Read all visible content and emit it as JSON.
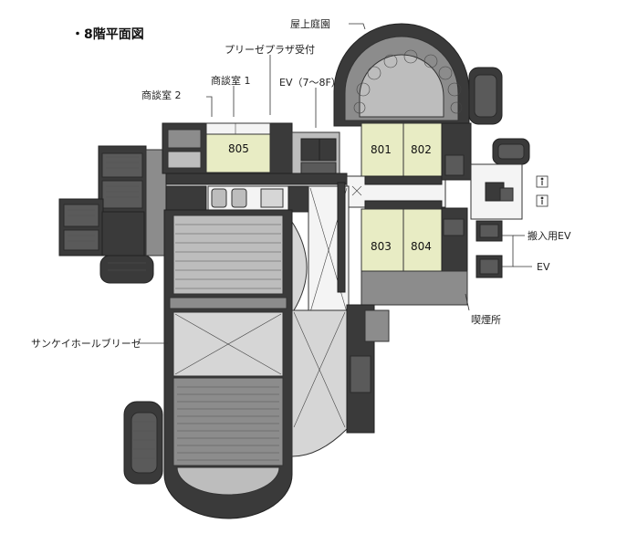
{
  "title": "・8階平面図",
  "labels": {
    "rooftop_garden": "屋上庭園",
    "plaza_reception": "プリーゼプラザ受付",
    "meeting_room_1": "商談室 1",
    "meeting_room_2": "商談室 2",
    "ev_7_8f": "EV（7〜8F）",
    "freight_ev": "搬入用EV",
    "ev": "EV",
    "smoking_room": "喫煙所",
    "hall": "サンケイホールブリーゼ"
  },
  "rooms": {
    "r801": "801",
    "r802": "802",
    "r803": "803",
    "r804": "804",
    "r805": "805"
  },
  "colors": {
    "wall": "#3a3a3a",
    "room_highlight": "#e8ecc4",
    "hall_floor": "#bdbdbd"
  },
  "icons": [
    "restroom-icon"
  ]
}
